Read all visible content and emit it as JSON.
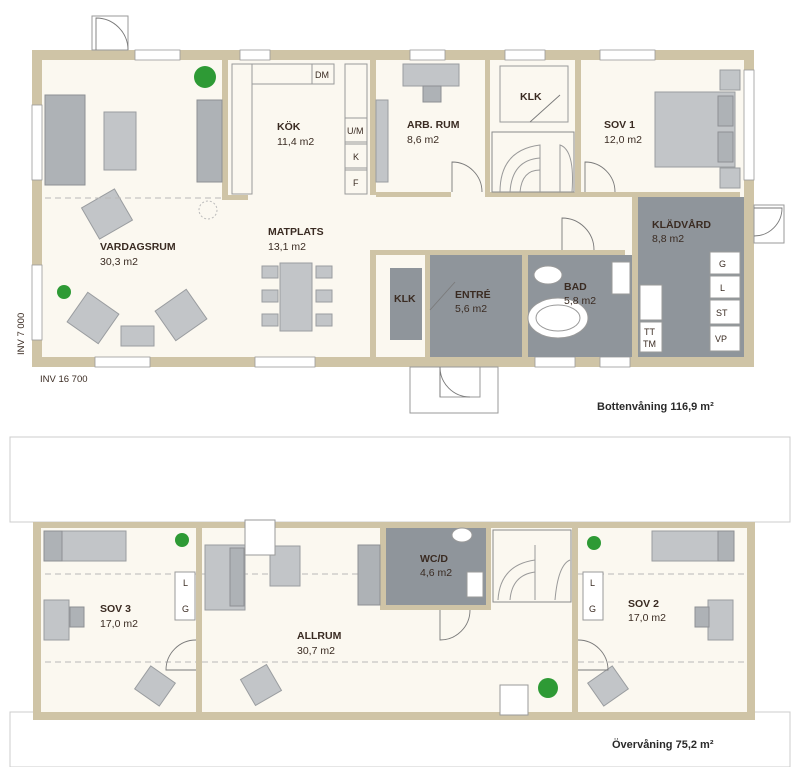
{
  "ground_floor": {
    "rooms": [
      {
        "name": "VARDAGSRUM",
        "area": "30,3 m2"
      },
      {
        "name": "KÖK",
        "area": "11,4 m2"
      },
      {
        "name": "ARB. RUM",
        "area": "8,6 m2"
      },
      {
        "name": "SOV 1",
        "area": "12,0 m2"
      },
      {
        "name": "MATPLATS",
        "area": "13,1 m2"
      },
      {
        "name": "KLÄDVÅRD",
        "area": "8,8 m2"
      },
      {
        "name": "ENTRÉ",
        "area": "5,6 m2"
      },
      {
        "name": "BAD",
        "area": "5,8 m2"
      }
    ],
    "labels": {
      "klk_top": "KLK",
      "klk_entry": "KLK",
      "dm": "DM",
      "um": "U/M",
      "k": "K",
      "f": "F",
      "g": "G",
      "l": "L",
      "st": "ST",
      "vp": "VP",
      "tt": "TT",
      "tm": "TM"
    },
    "dim_width": "INV 16 700",
    "dim_depth": "INV 7 000",
    "caption": "Bottenvåning  116,9 m²"
  },
  "upper_floor": {
    "rooms": [
      {
        "name": "SOV 3",
        "area": "17,0 m2"
      },
      {
        "name": "ALLRUM",
        "area": "30,7 m2"
      },
      {
        "name": "WC/D",
        "area": "4,6 m2"
      },
      {
        "name": "SOV 2",
        "area": "17,0 m2"
      }
    ],
    "labels": {
      "l_left": "L",
      "g_left": "G",
      "l_right": "L",
      "g_right": "G"
    },
    "caption": "Övervåning  75,2 m²"
  },
  "colors": {
    "wall": "#cfc4a6",
    "tile": "#8f959b",
    "text": "#3a2b22",
    "furniture": "#c2c5c8",
    "plant": "#2e9a35"
  }
}
